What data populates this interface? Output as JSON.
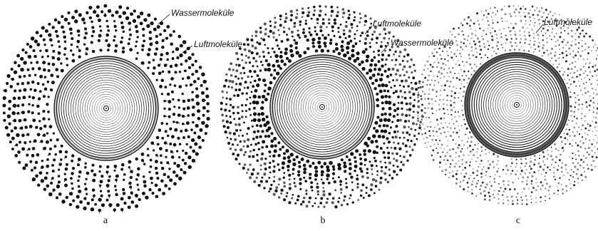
{
  "panels": [
    {
      "caption": "a",
      "labels": [
        "Wassermoleküle",
        "Luftmoleküle"
      ]
    },
    {
      "caption": "b",
      "labels": [
        "Luftmoleküle",
        "Wassermoleküle"
      ]
    },
    {
      "caption": "c",
      "labels": [
        "Luftmoleküle"
      ]
    }
  ]
}
